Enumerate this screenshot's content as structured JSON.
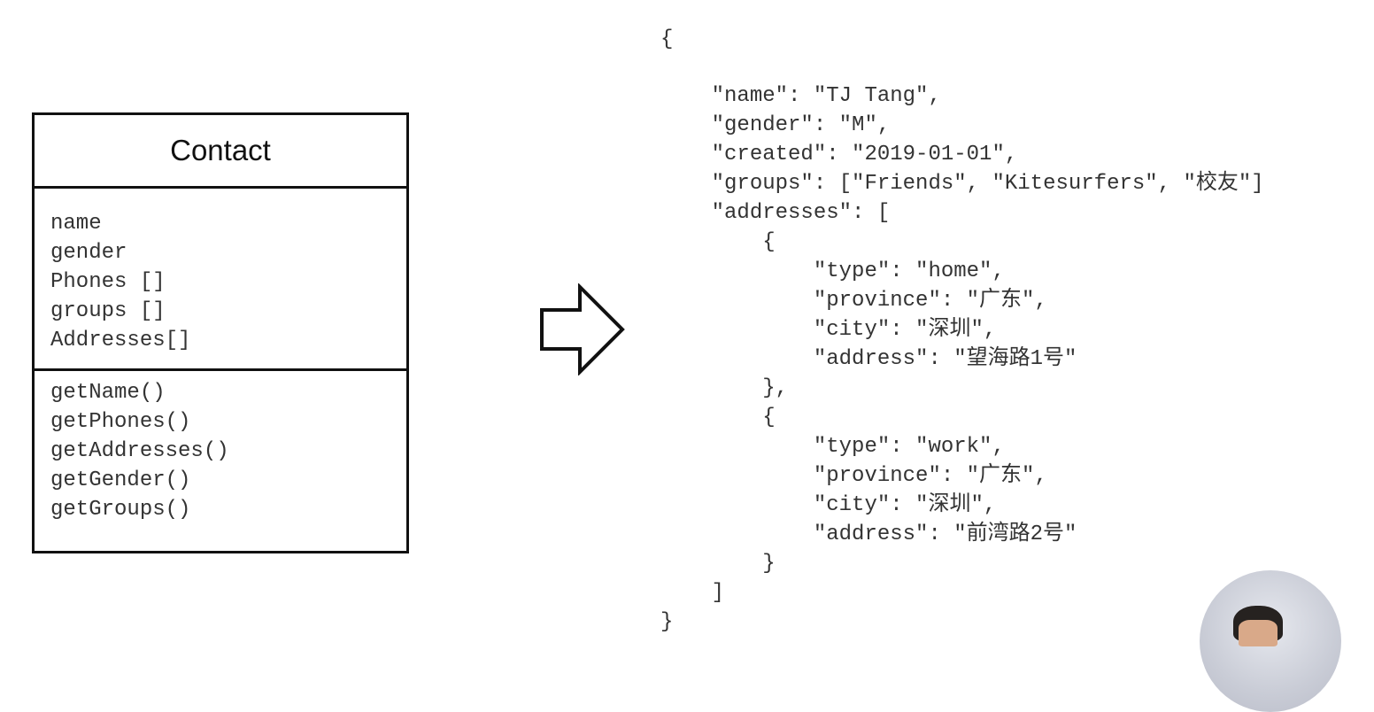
{
  "uml_class": {
    "title": "Contact",
    "attributes": [
      "name",
      "gender",
      "Phones []",
      "groups []",
      "Addresses[]"
    ],
    "methods": [
      "getName()",
      "getPhones()",
      "getAddresses()",
      "getGender()",
      "getGroups()"
    ]
  },
  "json_document": {
    "lines": [
      "{",
      "    \"name\": \"TJ Tang\",",
      "    \"gender\": \"M\",",
      "    \"created\": \"2019-01-01\",",
      "    \"groups\": [\"Friends\", \"Kitesurfers\", \"校友\"]",
      "    \"addresses\": [",
      "        {",
      "            \"type\": \"home\",",
      "            \"province\": \"广东\",",
      "            \"city\": \"深圳\",",
      "            \"address\": \"望海路1号\"",
      "        },",
      "        {",
      "            \"type\": \"work\",",
      "            \"province\": \"广东\",",
      "            \"city\": \"深圳\",",
      "            \"address\": \"前湾路2号\"",
      "        }",
      "    ]",
      "}"
    ]
  },
  "icons": {
    "arrow": "right-arrow-outline-icon",
    "presenter": "presenter-video-avatar"
  }
}
